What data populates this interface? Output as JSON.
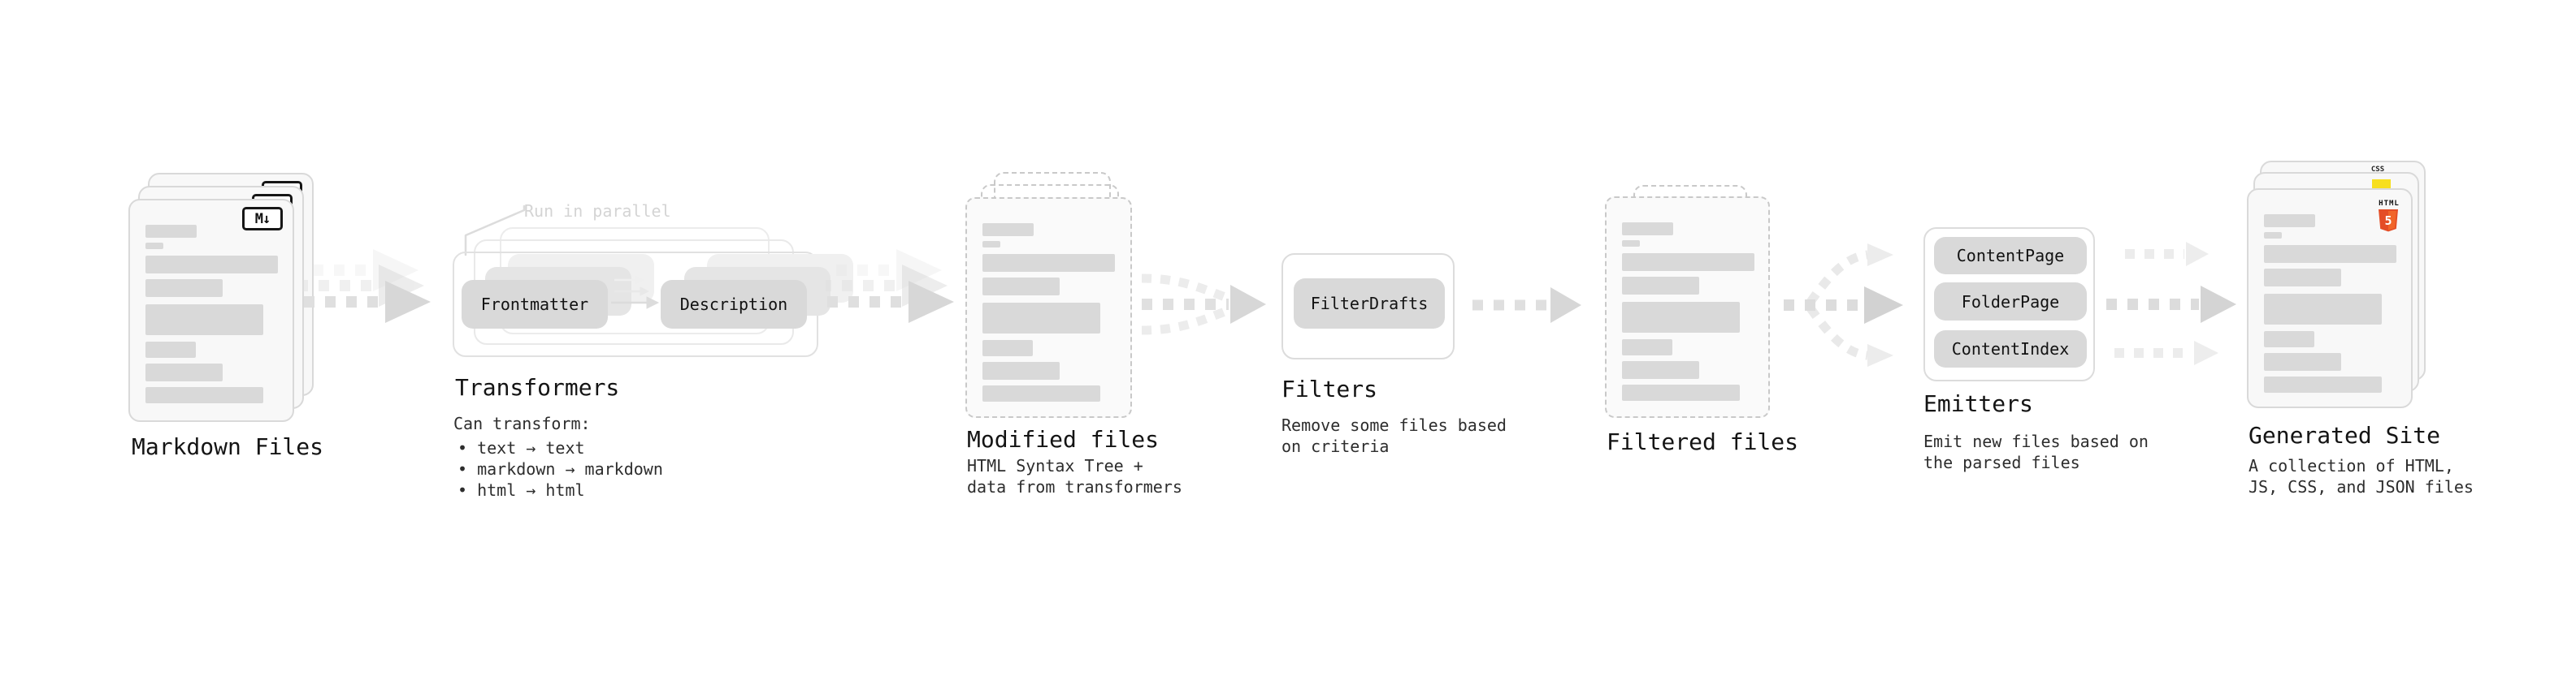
{
  "stages": {
    "markdown": {
      "label": "Markdown Files",
      "badge": "M↓"
    },
    "transformers": {
      "label": "Transformers",
      "note": "Run in parallel",
      "transformer1": "Frontmatter",
      "transformer2": "Description",
      "desc_title": "Can transform:",
      "bullets": [
        "• text → text",
        "• markdown → markdown",
        "• html → html"
      ]
    },
    "modified": {
      "label": "Modified files",
      "desc_line1": "HTML Syntax Tree +",
      "desc_line2": "data from transformers"
    },
    "filters": {
      "label": "Filters",
      "filter1": "FilterDrafts",
      "desc_line1": "Remove some files based",
      "desc_line2": "on criteria"
    },
    "filtered": {
      "label": "Filtered files"
    },
    "emitters": {
      "label": "Emitters",
      "emitter1": "ContentPage",
      "emitter2": "FolderPage",
      "emitter3": "ContentIndex",
      "desc_line1": "Emit new files based on",
      "desc_line2": "the parsed files"
    },
    "generated": {
      "label": "Generated Site",
      "desc_line1": "A collection of HTML,",
      "desc_line2": "JS, CSS, and JSON files",
      "badge_css": "CSS",
      "badge_html_word": "HTML",
      "badge_html_number": "5"
    }
  },
  "colors": {
    "html5_orange": "#e44d26",
    "html5_orange_light": "#f16529",
    "js_yellow": "#f7df1e",
    "css_blue": "#2862e9",
    "arrow_gray": "#d7d7d7",
    "card_border": "#d9d9d9"
  }
}
